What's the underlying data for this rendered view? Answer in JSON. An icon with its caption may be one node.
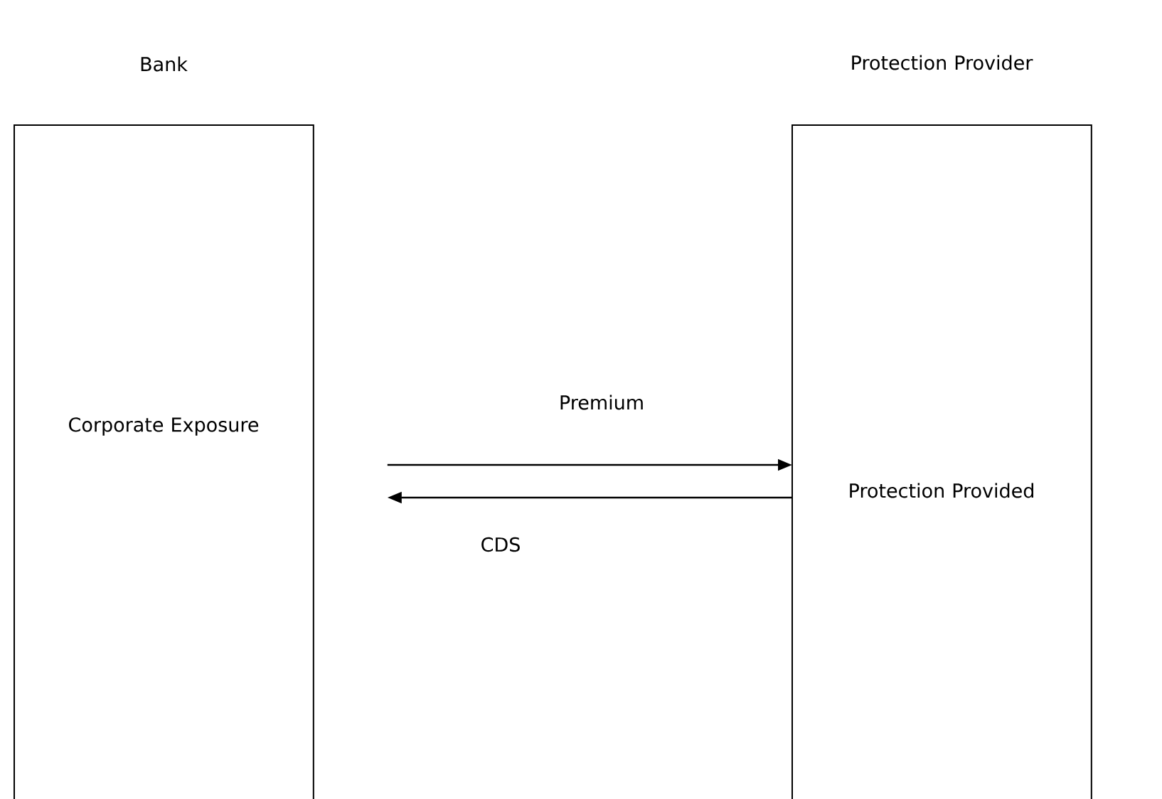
{
  "diagram": {
    "nodes": [
      {
        "text": [
          "Bank",
          "Corporate Exposure"
        ]
      },
      {
        "text": [
          "Protection Provider",
          "Protection Provided"
        ]
      }
    ],
    "edges": [
      {
        "from": 0,
        "to": 1,
        "arrow": "to",
        "label": "Premium"
      },
      {
        "from": 1,
        "to": 0,
        "arrow": "to",
        "label": "CDS"
      }
    ]
  }
}
